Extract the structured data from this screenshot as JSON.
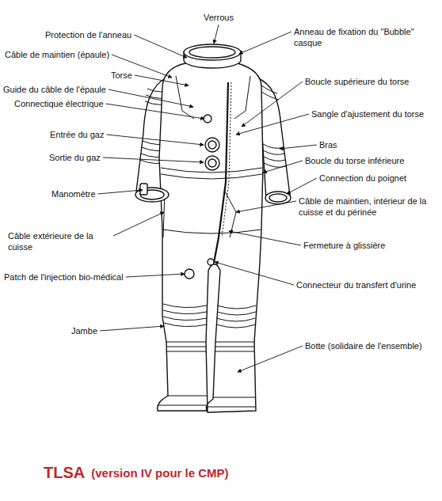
{
  "diagram": {
    "caption": "TLSA",
    "labels": [
      "Verrous",
      "Protection de l'anneau",
      "Anneau de fixation du \"Bubble\" casque",
      "Câble de maintien (épaule)",
      "Torse",
      "Guide du câble de l'épaule",
      "Connectique électrique",
      "Boucle supérieure du torse",
      "Sangle d'ajustement du torse",
      "Entrée du gaz",
      "Sortie du gaz",
      "Bras",
      "Boucle du torse inférieure",
      "Connection du poignet",
      "Manomètre",
      "Câble de maintien, intérieur de la cuisse et du périnée",
      "Câble extérieure de la cuisse",
      "Fermeture à glissière",
      "Patch de l'injection bio-médical",
      "Connecteur du transfert d'urine",
      "Jambe",
      "Botte (solidaire de l'ensemble)",
      "(version IV pour le CMP)"
    ]
  }
}
